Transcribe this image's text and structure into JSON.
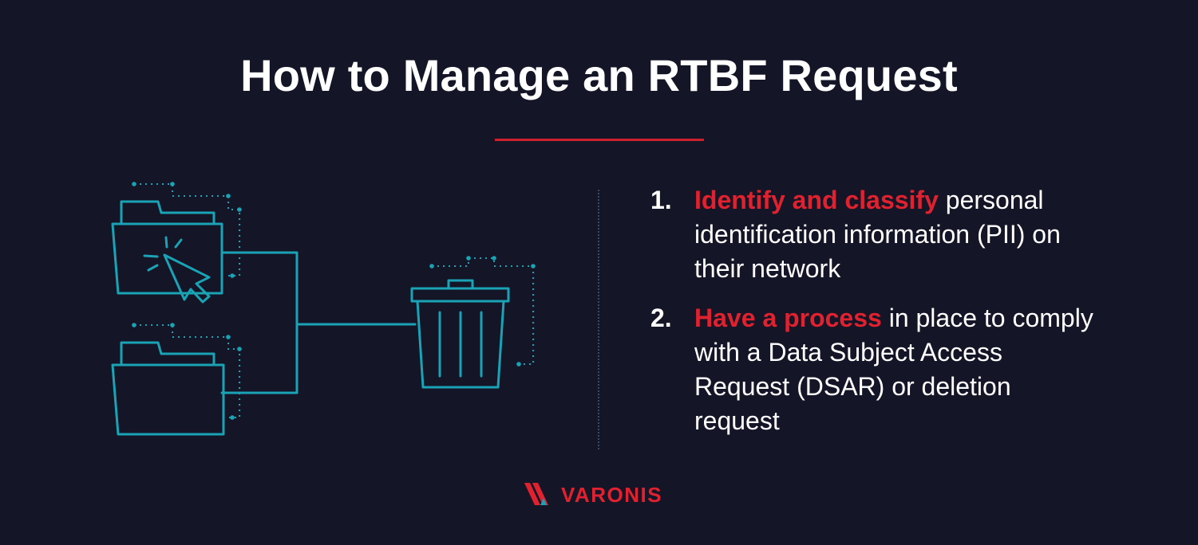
{
  "header": {
    "title": "How to Manage an RTBF Request"
  },
  "steps": [
    {
      "number": "1.",
      "highlight": "Identify and classify",
      "text": " personal identification information (PII) on their network"
    },
    {
      "number": "2.",
      "highlight": "Have a process",
      "text": " in place to comply with a Data Subject Access Request (DSAR) or deletion request"
    }
  ],
  "brand": {
    "name": "VARONIS"
  },
  "colors": {
    "background": "#141526",
    "accent": "#e0212f",
    "illustration_line": "#1aa3b5",
    "text": "#ffffff"
  },
  "icons": [
    "folder-icon",
    "cursor-icon",
    "trash-icon",
    "varonis-logo-icon"
  ]
}
